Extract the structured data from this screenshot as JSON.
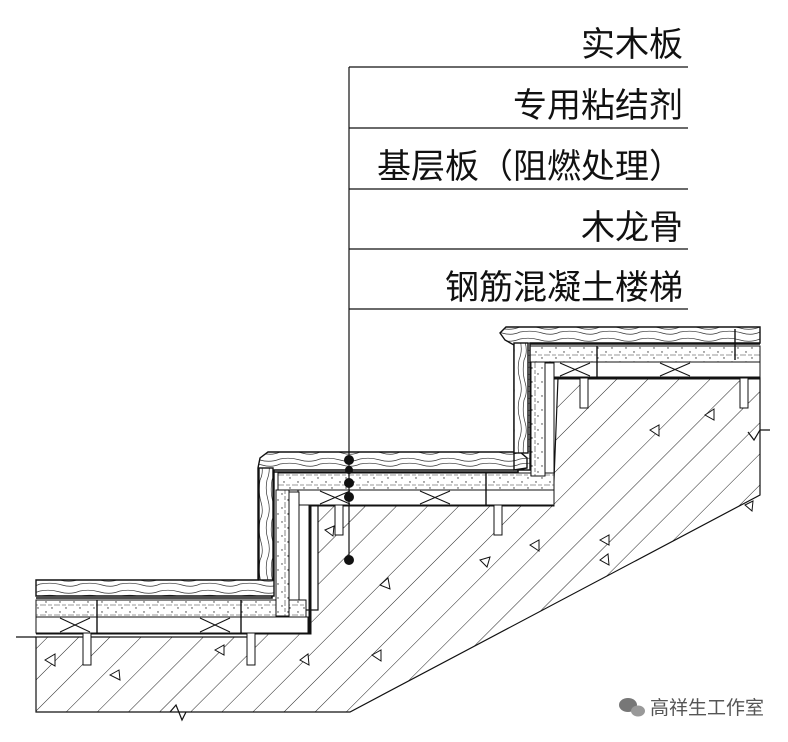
{
  "labels": [
    "实木板",
    "专用粘结剂",
    "基层板（阻燃处理）",
    "木龙骨",
    "钢筋混凝土楼梯"
  ],
  "watermark": {
    "text": "高祥生工作室",
    "icon": "wechat-icon"
  },
  "colors": {
    "ink": "#111111",
    "watermark": "#555555",
    "background": "#ffffff"
  }
}
